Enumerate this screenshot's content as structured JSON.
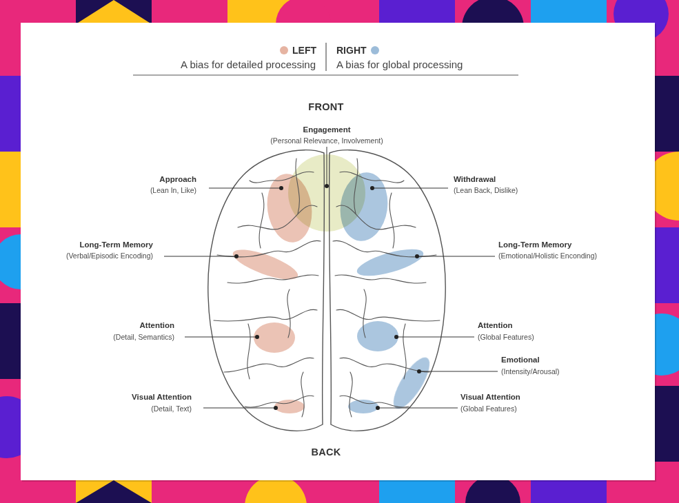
{
  "diagram": {
    "labels": [
      "A bias for detailed processing",
      "A bias for global processing",
      "FRONT",
      "Engagement",
      "(Personal Relevance, Involvement)",
      "Approach",
      "(Lean In, Like)",
      "Withdrawal",
      "(Lean Back, Dislike)",
      "Long-Term Memory",
      "(Verbal/Episodic Encoding)",
      "Long-Term Memory",
      "(Emotional/Holistic Enconding)",
      "Attention",
      "(Detail, Semantics)",
      "Attention",
      "(Global Features)",
      "Emotional",
      "(Intensity/Arousal)",
      "Visual Attention",
      "(Detail, Text)",
      "Visual Attention",
      "(Global Features)",
      "BACK"
    ],
    "legend": [
      {
        "text": "LEFT",
        "color": "#e6b4a2"
      },
      {
        "text": "RIGHT",
        "color": "#9cbcd9"
      }
    ]
  }
}
